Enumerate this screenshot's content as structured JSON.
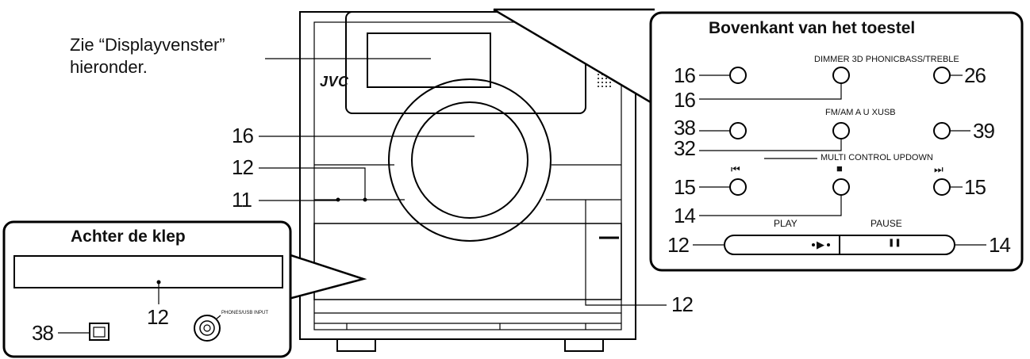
{
  "intro": {
    "line1": "Zie “Displayvenster”",
    "line2": "hieronder."
  },
  "brand": "JVC",
  "main_refs": {
    "knob": "16",
    "knob_side": "12",
    "indicator": "11",
    "tray": "12"
  },
  "top_panel": {
    "title": "Bovenkant van het toestel",
    "labels": {
      "row1": "DIMMER 3D PHONICBASS/TREBLE",
      "row2": "FM/AM A U XUSB",
      "row3": "MULTI CONTROL UPDOWN",
      "play": "PLAY",
      "pause": "PAUSE"
    },
    "glyphs": {
      "prev": "⏮",
      "stop": "■",
      "next": "⏭",
      "play": "▶",
      "pause": "❚❚"
    },
    "refs": {
      "r1_left": "16",
      "r1_center": "16",
      "r1_right": "26",
      "r2_left": "38",
      "r2_center": "32",
      "r2_right": "39",
      "r3_left": "15",
      "r3_center": "14",
      "r3_right": "15",
      "r4_left": "12",
      "r4_right": "14"
    }
  },
  "cover_panel": {
    "title": "Achter de klep",
    "socket_label": "PHONES/USB INPUT",
    "refs": {
      "usb": "38",
      "disc": "12"
    }
  }
}
